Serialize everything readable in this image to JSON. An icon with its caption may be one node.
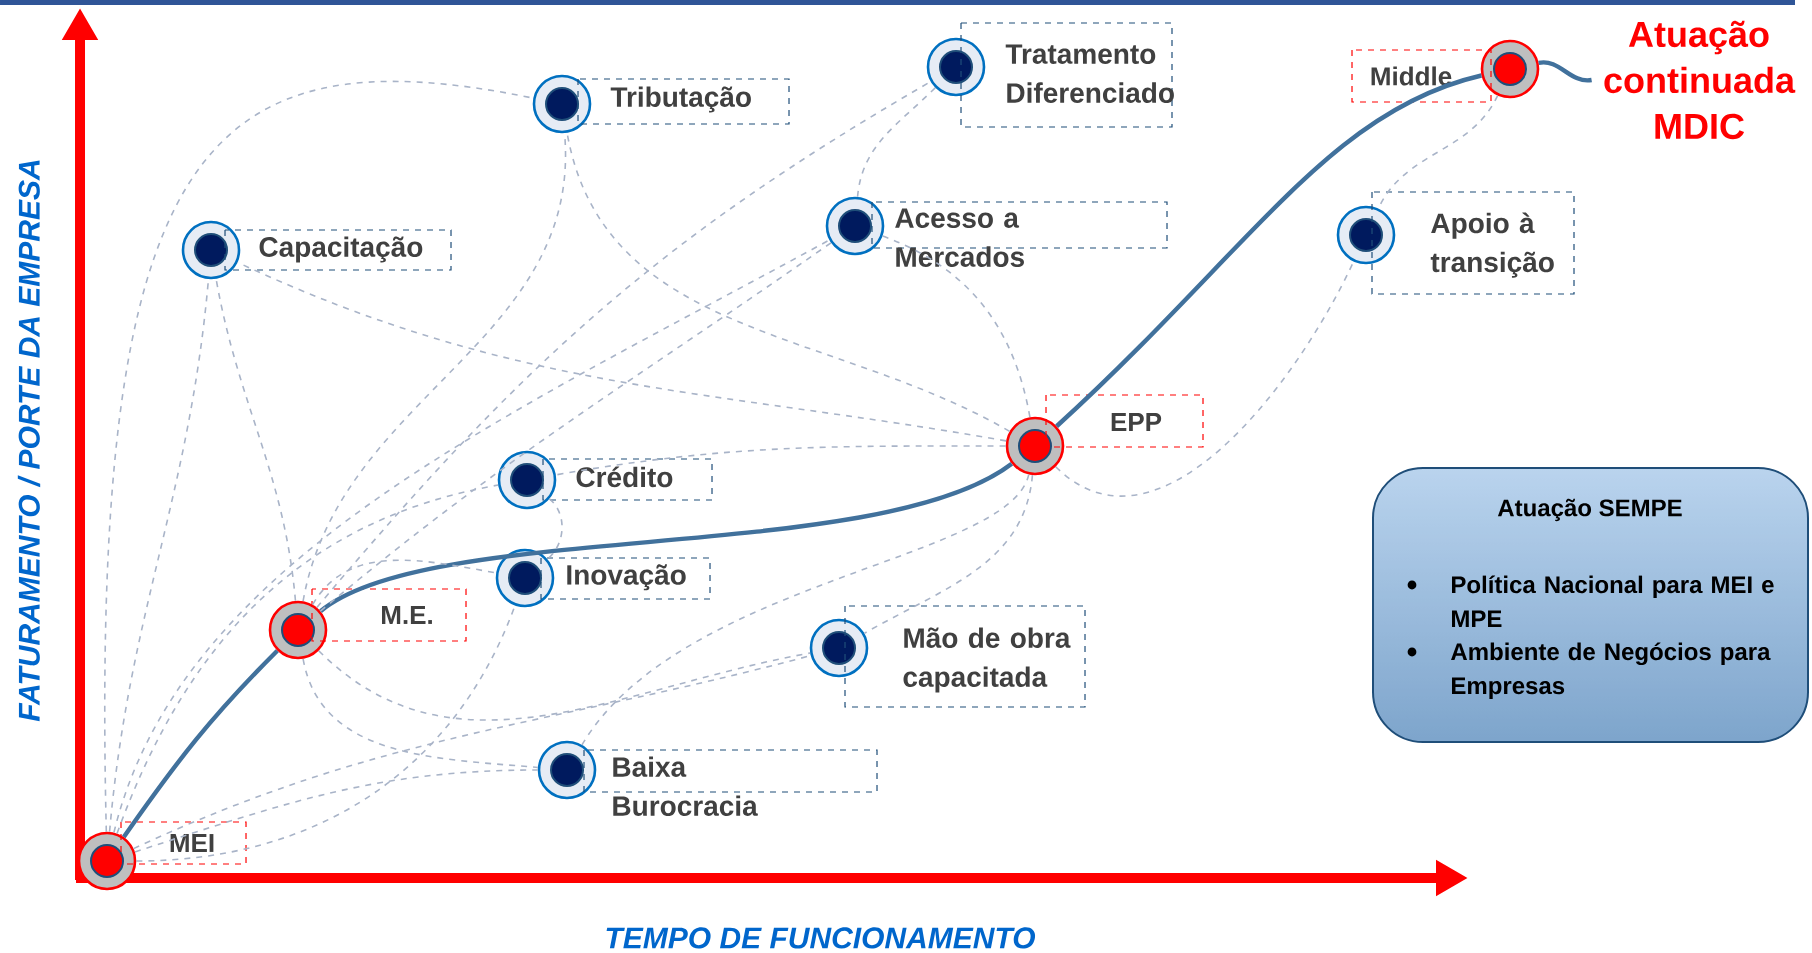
{
  "diagram": {
    "nodes": [
      {
        "text": [
          "MEI"
        ]
      },
      {
        "text": [
          "M.E."
        ]
      },
      {
        "text": [
          "EPP"
        ]
      },
      {
        "text": [
          "Middle"
        ]
      },
      {
        "text": [
          "Tributação"
        ]
      },
      {
        "text": [
          "Tratamento Diferenciado"
        ]
      },
      {
        "text": [
          "Capacitação"
        ]
      },
      {
        "text": [
          "Acesso a Mercados"
        ]
      },
      {
        "text": [
          "Apoio à transição"
        ]
      },
      {
        "text": [
          "Crédito"
        ]
      },
      {
        "text": [
          "Inovação"
        ]
      },
      {
        "text": [
          "Mão de obra capacitada"
        ]
      },
      {
        "text": [
          "Baixa Burocracia"
        ]
      },
      {
        "text": [
          "Atuação SEMPE",
          "Política Nacional para MEI e MPE",
          "Ambiente de Negócios para Empresas"
        ]
      },
      {
        "text": [
          "Atuação continuada MDIC"
        ]
      }
    ],
    "edges": [
      {
        "from": 0,
        "to": 1,
        "arrow": "none",
        "style": "thick",
        "color": "#41719c"
      },
      {
        "from": 1,
        "to": 2,
        "arrow": "none",
        "style": "thick",
        "color": "#41719c"
      },
      {
        "from": 2,
        "to": 3,
        "arrow": "none",
        "style": "thick",
        "color": "#41719c"
      },
      {
        "from": 3,
        "to": 14,
        "arrow": "none",
        "style": "thick",
        "color": "#41719c"
      },
      {
        "from": 0,
        "to": 4,
        "arrow": "none",
        "style": "dashed"
      },
      {
        "from": 0,
        "to": 6,
        "arrow": "none",
        "style": "dashed"
      },
      {
        "from": 0,
        "to": 9,
        "arrow": "none",
        "style": "dashed"
      },
      {
        "from": 0,
        "to": 10,
        "arrow": "none",
        "style": "dashed"
      },
      {
        "from": 0,
        "to": 11,
        "arrow": "none",
        "style": "dashed"
      },
      {
        "from": 0,
        "to": 12,
        "arrow": "none",
        "style": "dashed"
      },
      {
        "from": 1,
        "to": 5,
        "arrow": "none",
        "style": "dashed"
      },
      {
        "from": 1,
        "to": 6,
        "arrow": "none",
        "style": "dashed"
      },
      {
        "from": 1,
        "to": 4,
        "arrow": "none",
        "style": "dashed"
      },
      {
        "from": 1,
        "to": 7,
        "arrow": "none",
        "style": "dashed"
      },
      {
        "from": 1,
        "to": 10,
        "arrow": "none",
        "style": "dashed"
      },
      {
        "from": 1,
        "to": 12,
        "arrow": "none",
        "style": "dashed"
      },
      {
        "from": 1,
        "to": 11,
        "arrow": "none",
        "style": "dashed"
      },
      {
        "from": 2,
        "to": 4,
        "arrow": "none",
        "style": "dashed"
      },
      {
        "from": 2,
        "to": 6,
        "arrow": "none",
        "style": "dashed"
      },
      {
        "from": 2,
        "to": 7,
        "arrow": "none",
        "style": "dashed"
      },
      {
        "from": 2,
        "to": 9,
        "arrow": "none",
        "style": "dashed"
      },
      {
        "from": 2,
        "to": 12,
        "arrow": "none",
        "style": "dashed"
      },
      {
        "from": 2,
        "to": 11,
        "arrow": "none",
        "style": "dashed"
      },
      {
        "from": 2,
        "to": 8,
        "arrow": "none",
        "style": "dashed"
      },
      {
        "from": 3,
        "to": 8,
        "arrow": "none",
        "style": "dashed"
      },
      {
        "from": 5,
        "to": 7,
        "arrow": "none",
        "style": "dashed"
      },
      {
        "from": 9,
        "to": 10,
        "arrow": "none",
        "style": "dashed"
      },
      {
        "from": 0,
        "to": 7,
        "arrow": "none",
        "style": "dashed"
      }
    ],
    "labels": [
      "FATURAMENTO / PORTE DA EMPRESA",
      "TEMPO DE FUNCIONAMENTO"
    ]
  }
}
